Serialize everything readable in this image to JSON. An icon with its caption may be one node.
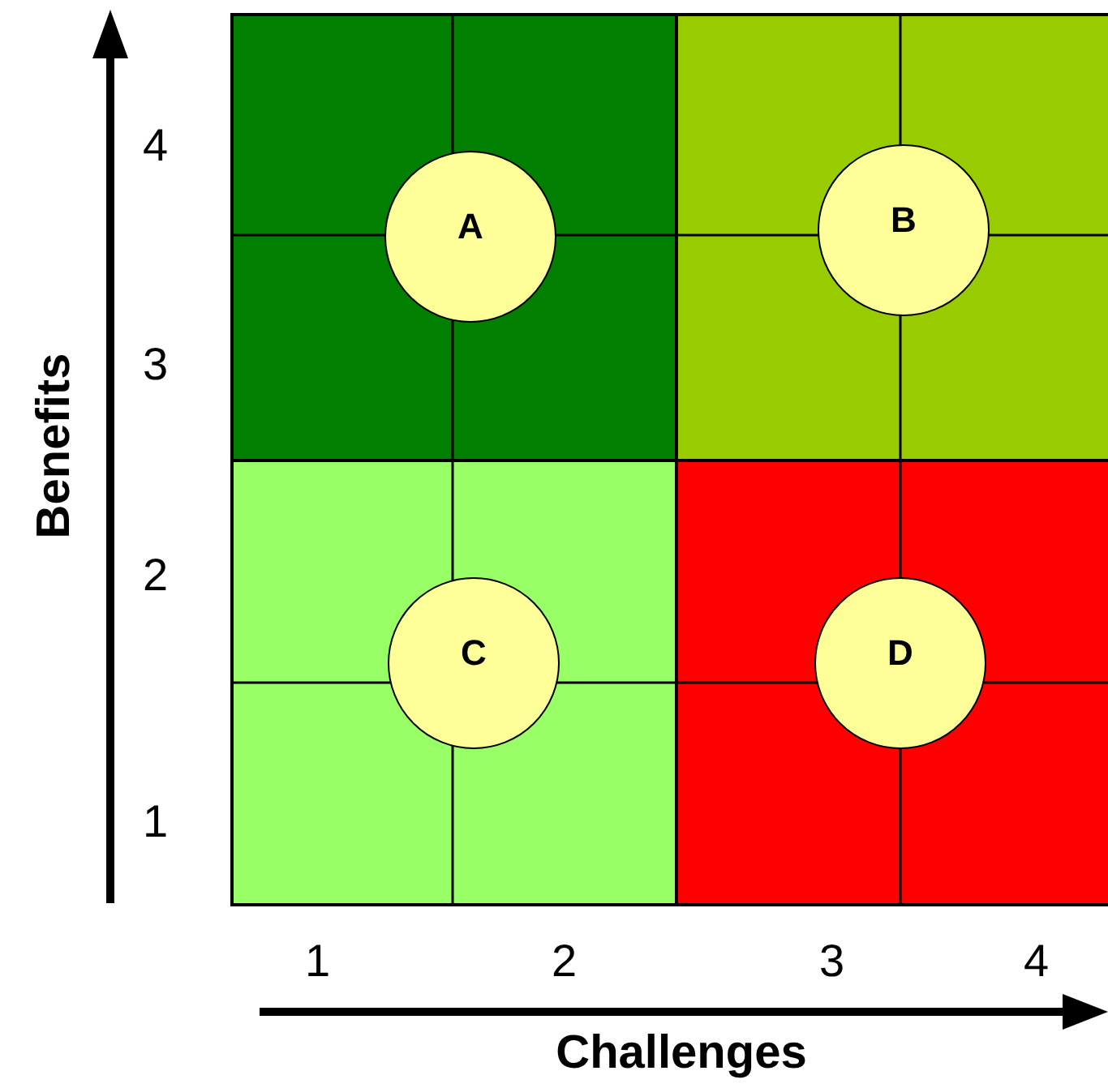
{
  "diagram": {
    "nodes": [
      {
        "text": [
          "A"
        ]
      },
      {
        "text": [
          "B"
        ]
      },
      {
        "text": [
          "C"
        ]
      },
      {
        "text": [
          "D"
        ]
      }
    ],
    "labels": [
      "Benefits",
      "4",
      "3",
      "2",
      "1",
      "1",
      "2",
      "3",
      "4",
      "Challenges"
    ]
  }
}
